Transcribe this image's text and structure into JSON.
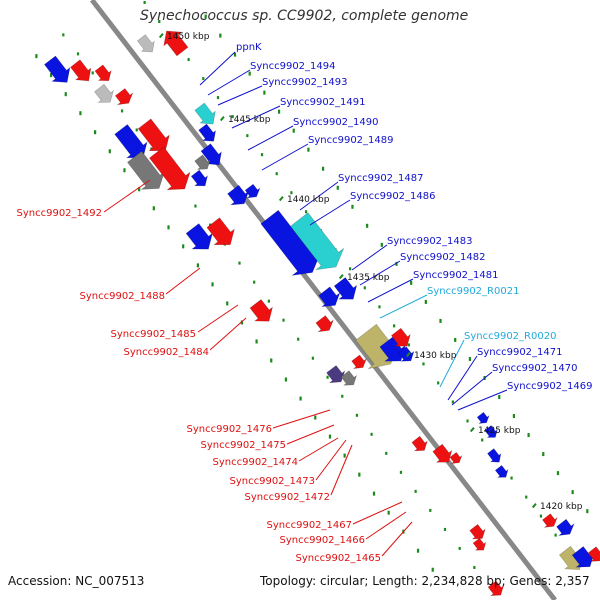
{
  "title": "Synechococcus sp. CC9902, complete genome",
  "footer": {
    "accession": "Accession: NC_007513",
    "summary": "Topology: circular; Length: 2,234,828 bp; Genes: 2,357"
  },
  "colors": {
    "backbone": "#888888",
    "tick": "#1a8a1a",
    "forward_label": "#1010cc",
    "reverse_label": "#dd1111",
    "rna_label": "#22aadd",
    "forward_gene": "#0a14e0",
    "reverse_gene": "#ee1111",
    "highlight_gene": "#2ad0d0",
    "olive_gene": "#bdb46a",
    "gray_gene": "#777777",
    "light_gray_gene": "#bbbbbb",
    "dark_violet_gene": "#4a3a80"
  },
  "kbp_markers": [
    {
      "label": "1450 kbp"
    },
    {
      "label": "1445 kbp"
    },
    {
      "label": "1440 kbp"
    },
    {
      "label": "1435 kbp"
    },
    {
      "label": "1430 kbp"
    },
    {
      "label": "1425 kbp"
    },
    {
      "label": "1420 kbp"
    }
  ],
  "forward_labels": [
    {
      "text": "ppnK"
    },
    {
      "text": "Syncc9902_1494"
    },
    {
      "text": "Syncc9902_1493"
    },
    {
      "text": "Syncc9902_1491"
    },
    {
      "text": "Syncc9902_1490"
    },
    {
      "text": "Syncc9902_1489"
    },
    {
      "text": "Syncc9902_1487"
    },
    {
      "text": "Syncc9902_1486"
    },
    {
      "text": "Syncc9902_1483"
    },
    {
      "text": "Syncc9902_1482"
    },
    {
      "text": "Syncc9902_1481"
    },
    {
      "text": "Syncc9902_R0021"
    },
    {
      "text": "Syncc9902_R0020"
    },
    {
      "text": "Syncc9902_1471"
    },
    {
      "text": "Syncc9902_1470"
    },
    {
      "text": "Syncc9902_1469"
    }
  ],
  "reverse_labels": [
    {
      "text": "Syncc9902_1492"
    },
    {
      "text": "Syncc9902_1488"
    },
    {
      "text": "Syncc9902_1485"
    },
    {
      "text": "Syncc9902_1484"
    },
    {
      "text": "Syncc9902_1476"
    },
    {
      "text": "Syncc9902_1475"
    },
    {
      "text": "Syncc9902_1474"
    },
    {
      "text": "Syncc9902_1473"
    },
    {
      "text": "Syncc9902_1472"
    },
    {
      "text": "Syncc9902_1467"
    },
    {
      "text": "Syncc9902_1466"
    },
    {
      "text": "Syncc9902_1465"
    }
  ]
}
